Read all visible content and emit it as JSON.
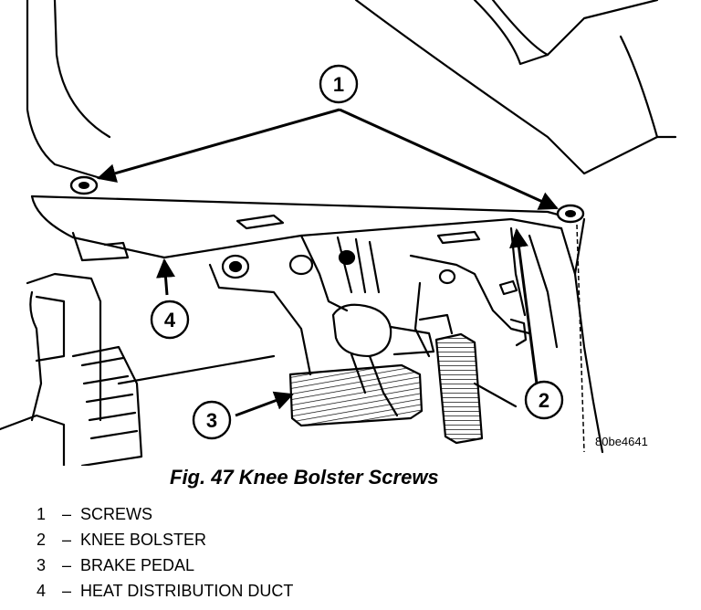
{
  "figure": {
    "code": "80be4641",
    "caption": "Fig. 47 Knee Bolster Screws",
    "callouts": [
      "1",
      "2",
      "3",
      "4"
    ]
  },
  "legend": [
    {
      "num": "1",
      "label": "SCREWS"
    },
    {
      "num": "2",
      "label": "KNEE BOLSTER"
    },
    {
      "num": "3",
      "label": "BRAKE PEDAL"
    },
    {
      "num": "4",
      "label": "HEAT DISTRIBUTION DUCT"
    }
  ],
  "separator": "–"
}
